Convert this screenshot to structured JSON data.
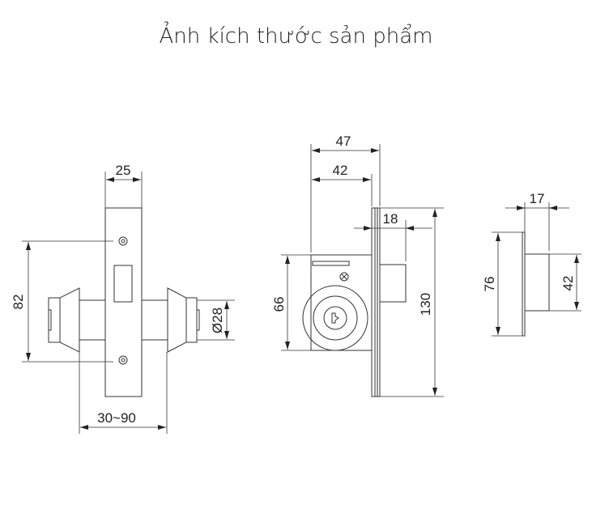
{
  "title": "Ảnh kích thước sản phẩm",
  "front_view": {
    "width": "25",
    "screw_spacing": "82",
    "cylinder_diameter": "Ø28",
    "door_thickness": "30~90"
  },
  "side_view": {
    "overall_depth": "47",
    "body_depth": "42",
    "bolt_throw": "18",
    "faceplate_height": "130",
    "body_height": "66"
  },
  "strike_view": {
    "depth": "17",
    "plate_height": "76",
    "box_height": "42"
  }
}
